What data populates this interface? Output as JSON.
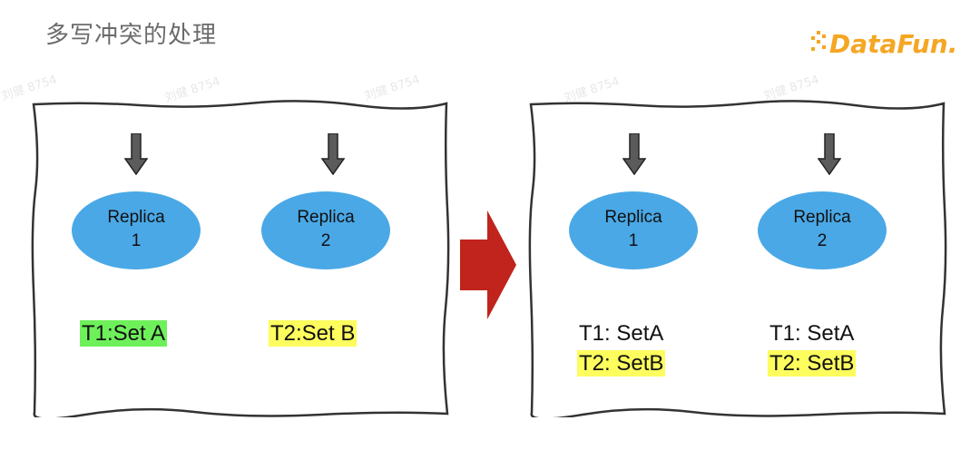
{
  "slide": {
    "title": "多写冲突的处理",
    "logo_text": "DataFun."
  },
  "watermark": "刘健 8754",
  "colors": {
    "node_fill": "#4aa8e6",
    "down_arrow_fill": "#5b5b5b",
    "transition_arrow_fill": "#c0241c",
    "highlight_green": "#6ef05a",
    "highlight_yellow": "#fdfd5e",
    "logo_orange": "#f5a623"
  },
  "before": {
    "replicas": [
      {
        "label_line1": "Replica",
        "label_line2": "1",
        "ops": [
          {
            "text": "T1:Set A",
            "highlight": "green"
          }
        ]
      },
      {
        "label_line1": "Replica",
        "label_line2": "2",
        "ops": [
          {
            "text": "T2:Set B",
            "highlight": "yellow"
          }
        ]
      }
    ]
  },
  "after": {
    "replicas": [
      {
        "label_line1": "Replica",
        "label_line2": "1",
        "ops": [
          {
            "text": "T1: SetA",
            "highlight": "none"
          },
          {
            "text": "T2: SetB",
            "highlight": "yellow"
          }
        ]
      },
      {
        "label_line1": "Replica",
        "label_line2": "2",
        "ops": [
          {
            "text": "T1: SetA",
            "highlight": "none"
          },
          {
            "text": "T2: SetB",
            "highlight": "yellow"
          }
        ]
      }
    ]
  }
}
